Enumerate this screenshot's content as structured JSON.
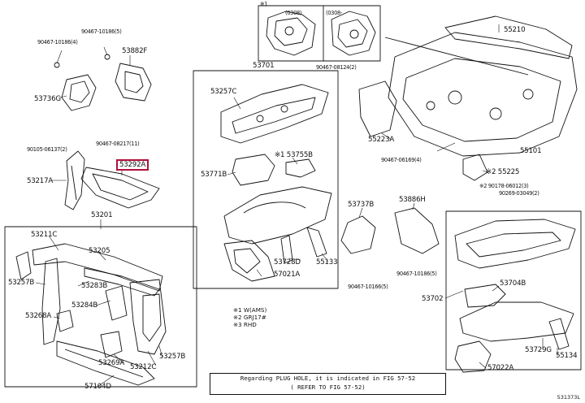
{
  "labels": [
    {
      "id": "a1",
      "text": "90467-10186(5)",
      "small": true
    },
    {
      "id": "a2",
      "text": "90467-10186(4)",
      "small": true
    },
    {
      "id": "a3",
      "text": "53882F"
    },
    {
      "id": "a4",
      "text": "53736G"
    },
    {
      "id": "a5",
      "text": "53701"
    },
    {
      "id": "a6",
      "text": "53257C"
    },
    {
      "id": "a7",
      "text": "※1 53755B"
    },
    {
      "id": "a8",
      "text": "53771B"
    },
    {
      "id": "a9",
      "text": "53728D"
    },
    {
      "id": "a10",
      "text": "55133"
    },
    {
      "id": "a11",
      "text": "57021A"
    },
    {
      "id": "a12",
      "text": "90105-06137(2)",
      "small": true
    },
    {
      "id": "a13",
      "text": "90467-08217(11)",
      "small": true
    },
    {
      "id": "a14",
      "text": "53292A",
      "highlight": true
    },
    {
      "id": "a15",
      "text": "53217A"
    },
    {
      "id": "a16",
      "text": "53201"
    },
    {
      "id": "a17",
      "text": "53211C"
    },
    {
      "id": "a18",
      "text": "53205"
    },
    {
      "id": "a19",
      "text": "53257B"
    },
    {
      "id": "a20",
      "text": "53283B"
    },
    {
      "id": "a21",
      "text": "53284B"
    },
    {
      "id": "a22",
      "text": "53268A"
    },
    {
      "id": "a23",
      "text": "53269A"
    },
    {
      "id": "a24",
      "text": "53212C"
    },
    {
      "id": "a25",
      "text": "53257B"
    },
    {
      "id": "a26",
      "text": "57104D"
    },
    {
      "id": "a27",
      "text": "※1"
    },
    {
      "id": "a28",
      "text": "(0308)",
      "small": true
    },
    {
      "id": "a29",
      "text": "(0308-",
      "small": true
    },
    {
      "id": "a30",
      "text": "90467-08124(2)",
      "small": true
    },
    {
      "id": "a31",
      "text": "55210"
    },
    {
      "id": "a32",
      "text": "55223A"
    },
    {
      "id": "a33",
      "text": "55101"
    },
    {
      "id": "a34",
      "text": "90467-06169(4)",
      "small": true
    },
    {
      "id": "a35",
      "text": "※2 55225"
    },
    {
      "id": "a36",
      "text": "※2 90178-06012(3)",
      "small": true
    },
    {
      "id": "a37",
      "text": "90269-03049(2)",
      "small": true
    },
    {
      "id": "a38",
      "text": "53737B"
    },
    {
      "id": "a39",
      "text": "53886H"
    },
    {
      "id": "a40",
      "text": "90467-10186(5)",
      "small": true
    },
    {
      "id": "a41",
      "text": "90467-10166(5)",
      "small": true
    },
    {
      "id": "a42",
      "text": "53702"
    },
    {
      "id": "a43",
      "text": "53704B"
    },
    {
      "id": "a44",
      "text": "53729G"
    },
    {
      "id": "a45",
      "text": "55134"
    },
    {
      "id": "a46",
      "text": "57022A"
    }
  ],
  "legend": [
    "※1 W(AMS)",
    "※2 GRJ17#",
    "※3 RHD"
  ],
  "note": {
    "line1": "Regarding PLUG HOLE, it is indicated in FIG 57-52",
    "line2": "( REFER TO FIG 57-52)"
  },
  "figure_code": "531373L"
}
